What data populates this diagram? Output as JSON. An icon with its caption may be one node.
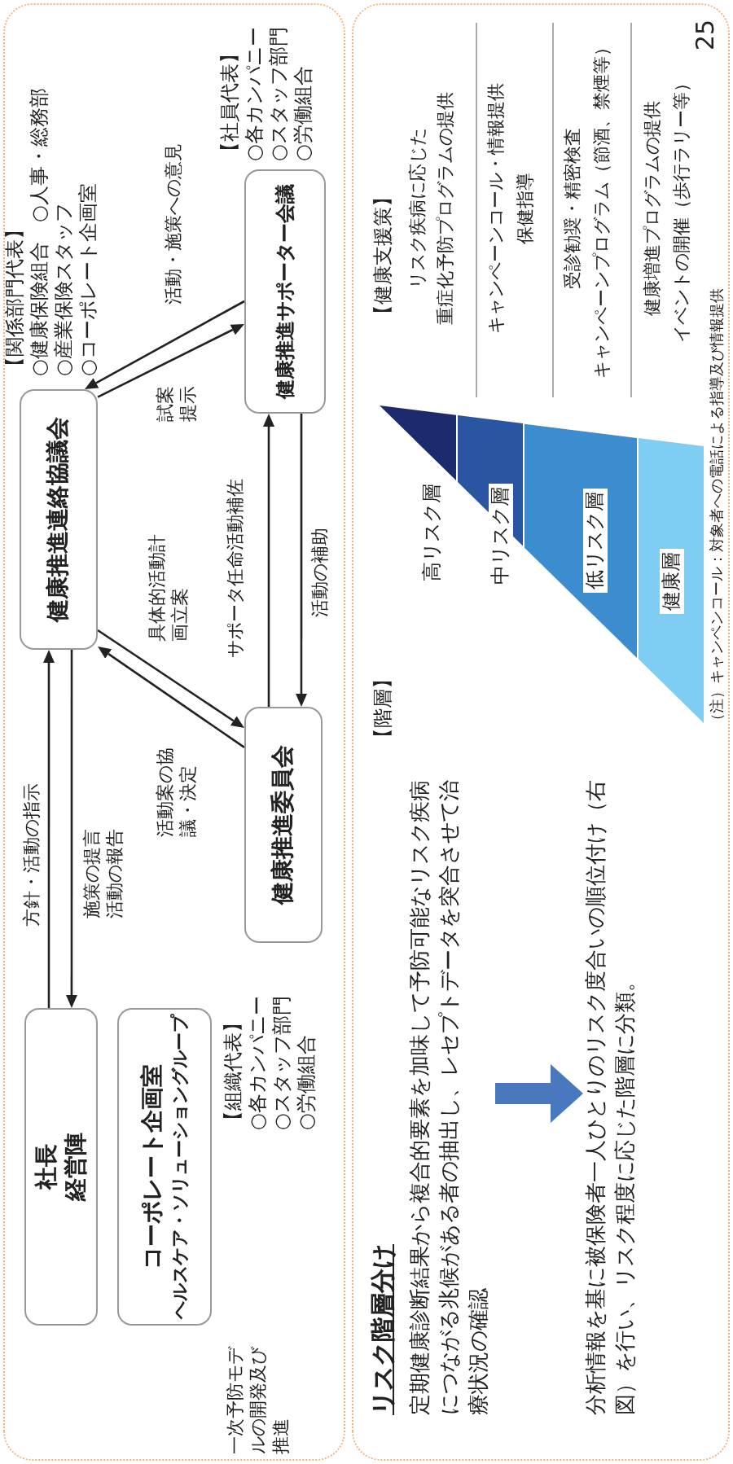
{
  "diagram": {
    "nodes": [
      {
        "text": [
          "社長",
          "経営陣"
        ]
      },
      {
        "text": [
          "コーポレート企画室",
          "ヘルスケア・ソリューショングループ"
        ]
      },
      {
        "text": [
          "健康推進連絡協議会"
        ],
        "beside": [
          "【関係部門代表】",
          "○健康保険組合",
          "○人事・総務部",
          "○産業保険スタッフ",
          "○コーポレート企画室"
        ]
      },
      {
        "text": [
          "健康推進委員会"
        ],
        "beside": [
          "【組織代表】",
          "○各カンパニー",
          "○スタッフ部門",
          "○労働組合"
        ]
      },
      {
        "text": [
          "健康推進サポーター会議"
        ],
        "beside": [
          "【社員代表】",
          "○各カンパニー",
          "○スタッフ部門",
          "○労働組合"
        ]
      },
      {
        "text": [
          "定期健康診断結果から複合的要素を加味して予防可能なリスク疾病につながる兆候がある者の抽出し、レセプトデータを突合させて治療状況の確認"
        ]
      },
      {
        "text": [
          "分析情報を基に被保険者一人ひとりのリスク度合いの順位付け（右図）を行い、リスク程度に応じた階層に分類。"
        ]
      },
      {
        "text": [
          "高リスク層"
        ]
      },
      {
        "text": [
          "中リスク層"
        ]
      },
      {
        "text": [
          "低リスク層"
        ]
      },
      {
        "text": [
          "健康層"
        ]
      }
    ],
    "edges": [
      {
        "from": 0,
        "to": 2,
        "arrow": "to",
        "label": "方針・活動の指示"
      },
      {
        "from": 2,
        "to": 0,
        "arrow": "to",
        "label": "施策の提言活動の報告"
      },
      {
        "from": 2,
        "to": 3,
        "arrow": "to",
        "label": "具体的活動計画立案"
      },
      {
        "from": 3,
        "to": 2,
        "arrow": "to",
        "label": "活動案の協議・決定"
      },
      {
        "from": 2,
        "to": 4,
        "arrow": "to",
        "label": "試案提示"
      },
      {
        "from": 4,
        "to": 2,
        "arrow": "to",
        "label": "活動・施策への意見"
      },
      {
        "from": 3,
        "to": 4,
        "arrow": "to",
        "label": "サポータ任命活動補佐"
      },
      {
        "from": 4,
        "to": 3,
        "arrow": "to",
        "label": "活動の補助"
      },
      {
        "from": 5,
        "to": 6,
        "arrow": "to",
        "style": "thick",
        "color": "#4a78be"
      }
    ],
    "labels": [
      "一次予防モデルの開発及び推進",
      "リスク階層分け",
      "【階層】",
      "【健康支援策】",
      "リスク疾病に応じた",
      "重症化予防プログラムの提供",
      "キャンペーンコール・情報提供",
      "保健指導",
      "受診勧奨・精密検査",
      "キャンペーンプログラム（節酒、禁煙等）",
      "健康増進プログラムの提供",
      "イベントの開催（歩行ラリー等）",
      "（注）キャンペンコール：対象者への電話による指導及び情報提供",
      "25"
    ]
  }
}
